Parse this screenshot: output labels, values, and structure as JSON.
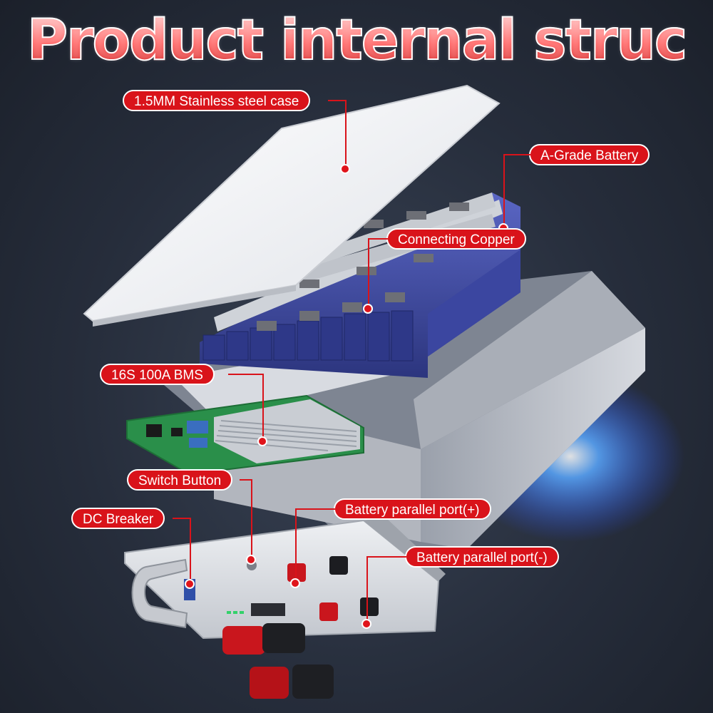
{
  "title": "Product internal struc",
  "callouts": {
    "case": "1.5MM Stainless steel case",
    "battery": "A-Grade Battery",
    "copper": "Connecting Copper",
    "bms": "16S 100A BMS",
    "switch": "Switch Button",
    "breaker": "DC Breaker",
    "port_pos": "Battery parallel port(+)",
    "port_neg": "Battery parallel port(-)"
  },
  "colors": {
    "label_red": "#d9131a",
    "cell_blue": "#3d4aa3",
    "pcb_green": "#2a8f4a",
    "case_silver": "#c9ccd3"
  }
}
